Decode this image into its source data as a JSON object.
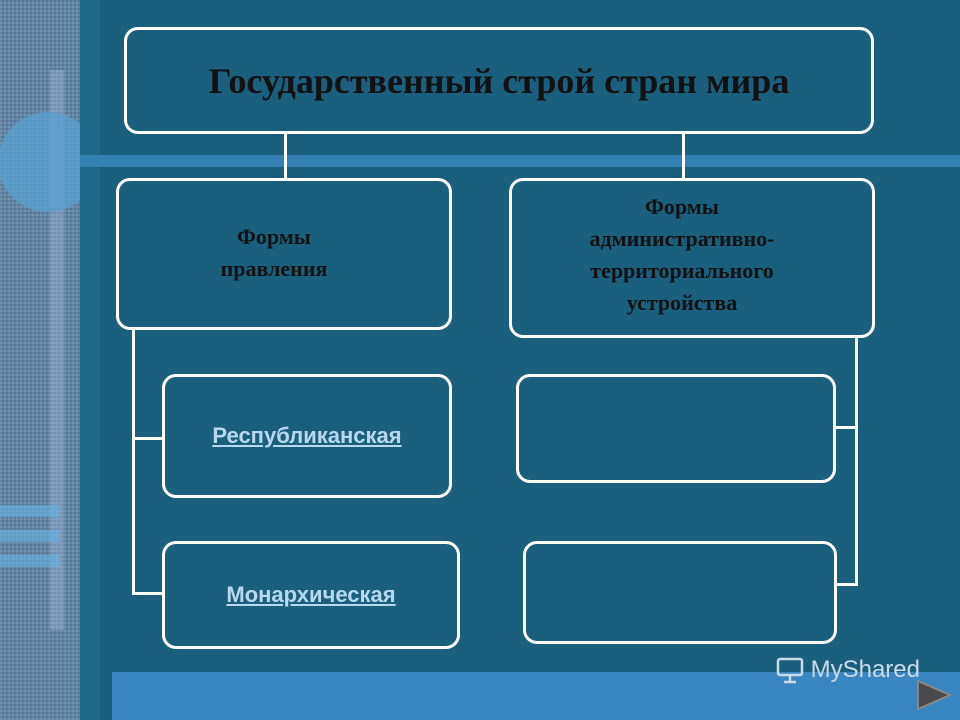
{
  "title": "Государственный строй стран мира",
  "left_branch": {
    "heading": "Формы\nправления",
    "items": [
      "Республиканская",
      "Монархическая"
    ]
  },
  "right_branch": {
    "heading": "Формы\nадминистративно-\nтерриториального\nустройства",
    "items": [
      "",
      ""
    ]
  },
  "watermark": "MyShared",
  "icons": [
    "presentation-board-icon",
    "next-arrow-icon"
  ],
  "colors": {
    "background": "#1b5f7f",
    "box_border": "#ffffff",
    "link": "#b8d8f0"
  }
}
